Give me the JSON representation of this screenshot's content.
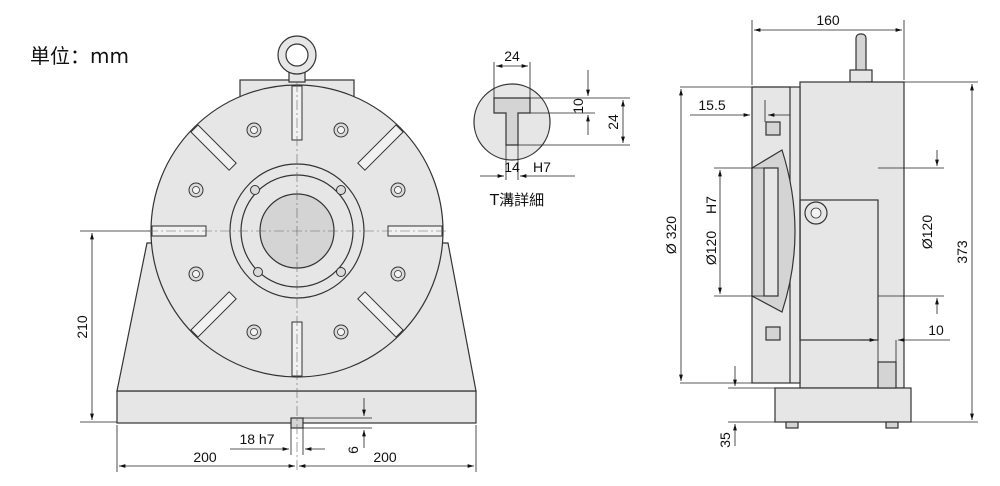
{
  "drawing": {
    "unit_label": "単位：mm",
    "tslot_caption": "T溝詳細",
    "dims": {
      "front_height": "210",
      "front_width_left": "200",
      "front_width_right": "200",
      "key_width": "18 h7",
      "key_height": "6",
      "tslot_width_top": "24",
      "tslot_depth_inner": "10",
      "tslot_depth_total": "24",
      "tslot_width_bottom": "14",
      "tslot_tolerance": "H7",
      "side_width": "160",
      "side_offset": "15.5",
      "table_diameter": "Ø 320",
      "bore_tolerance": "H7",
      "bore_diameter_left": "Ø120",
      "bore_diameter_right": "Ø120",
      "overall_height": "373",
      "side_small": "10",
      "base_height": "35"
    }
  }
}
